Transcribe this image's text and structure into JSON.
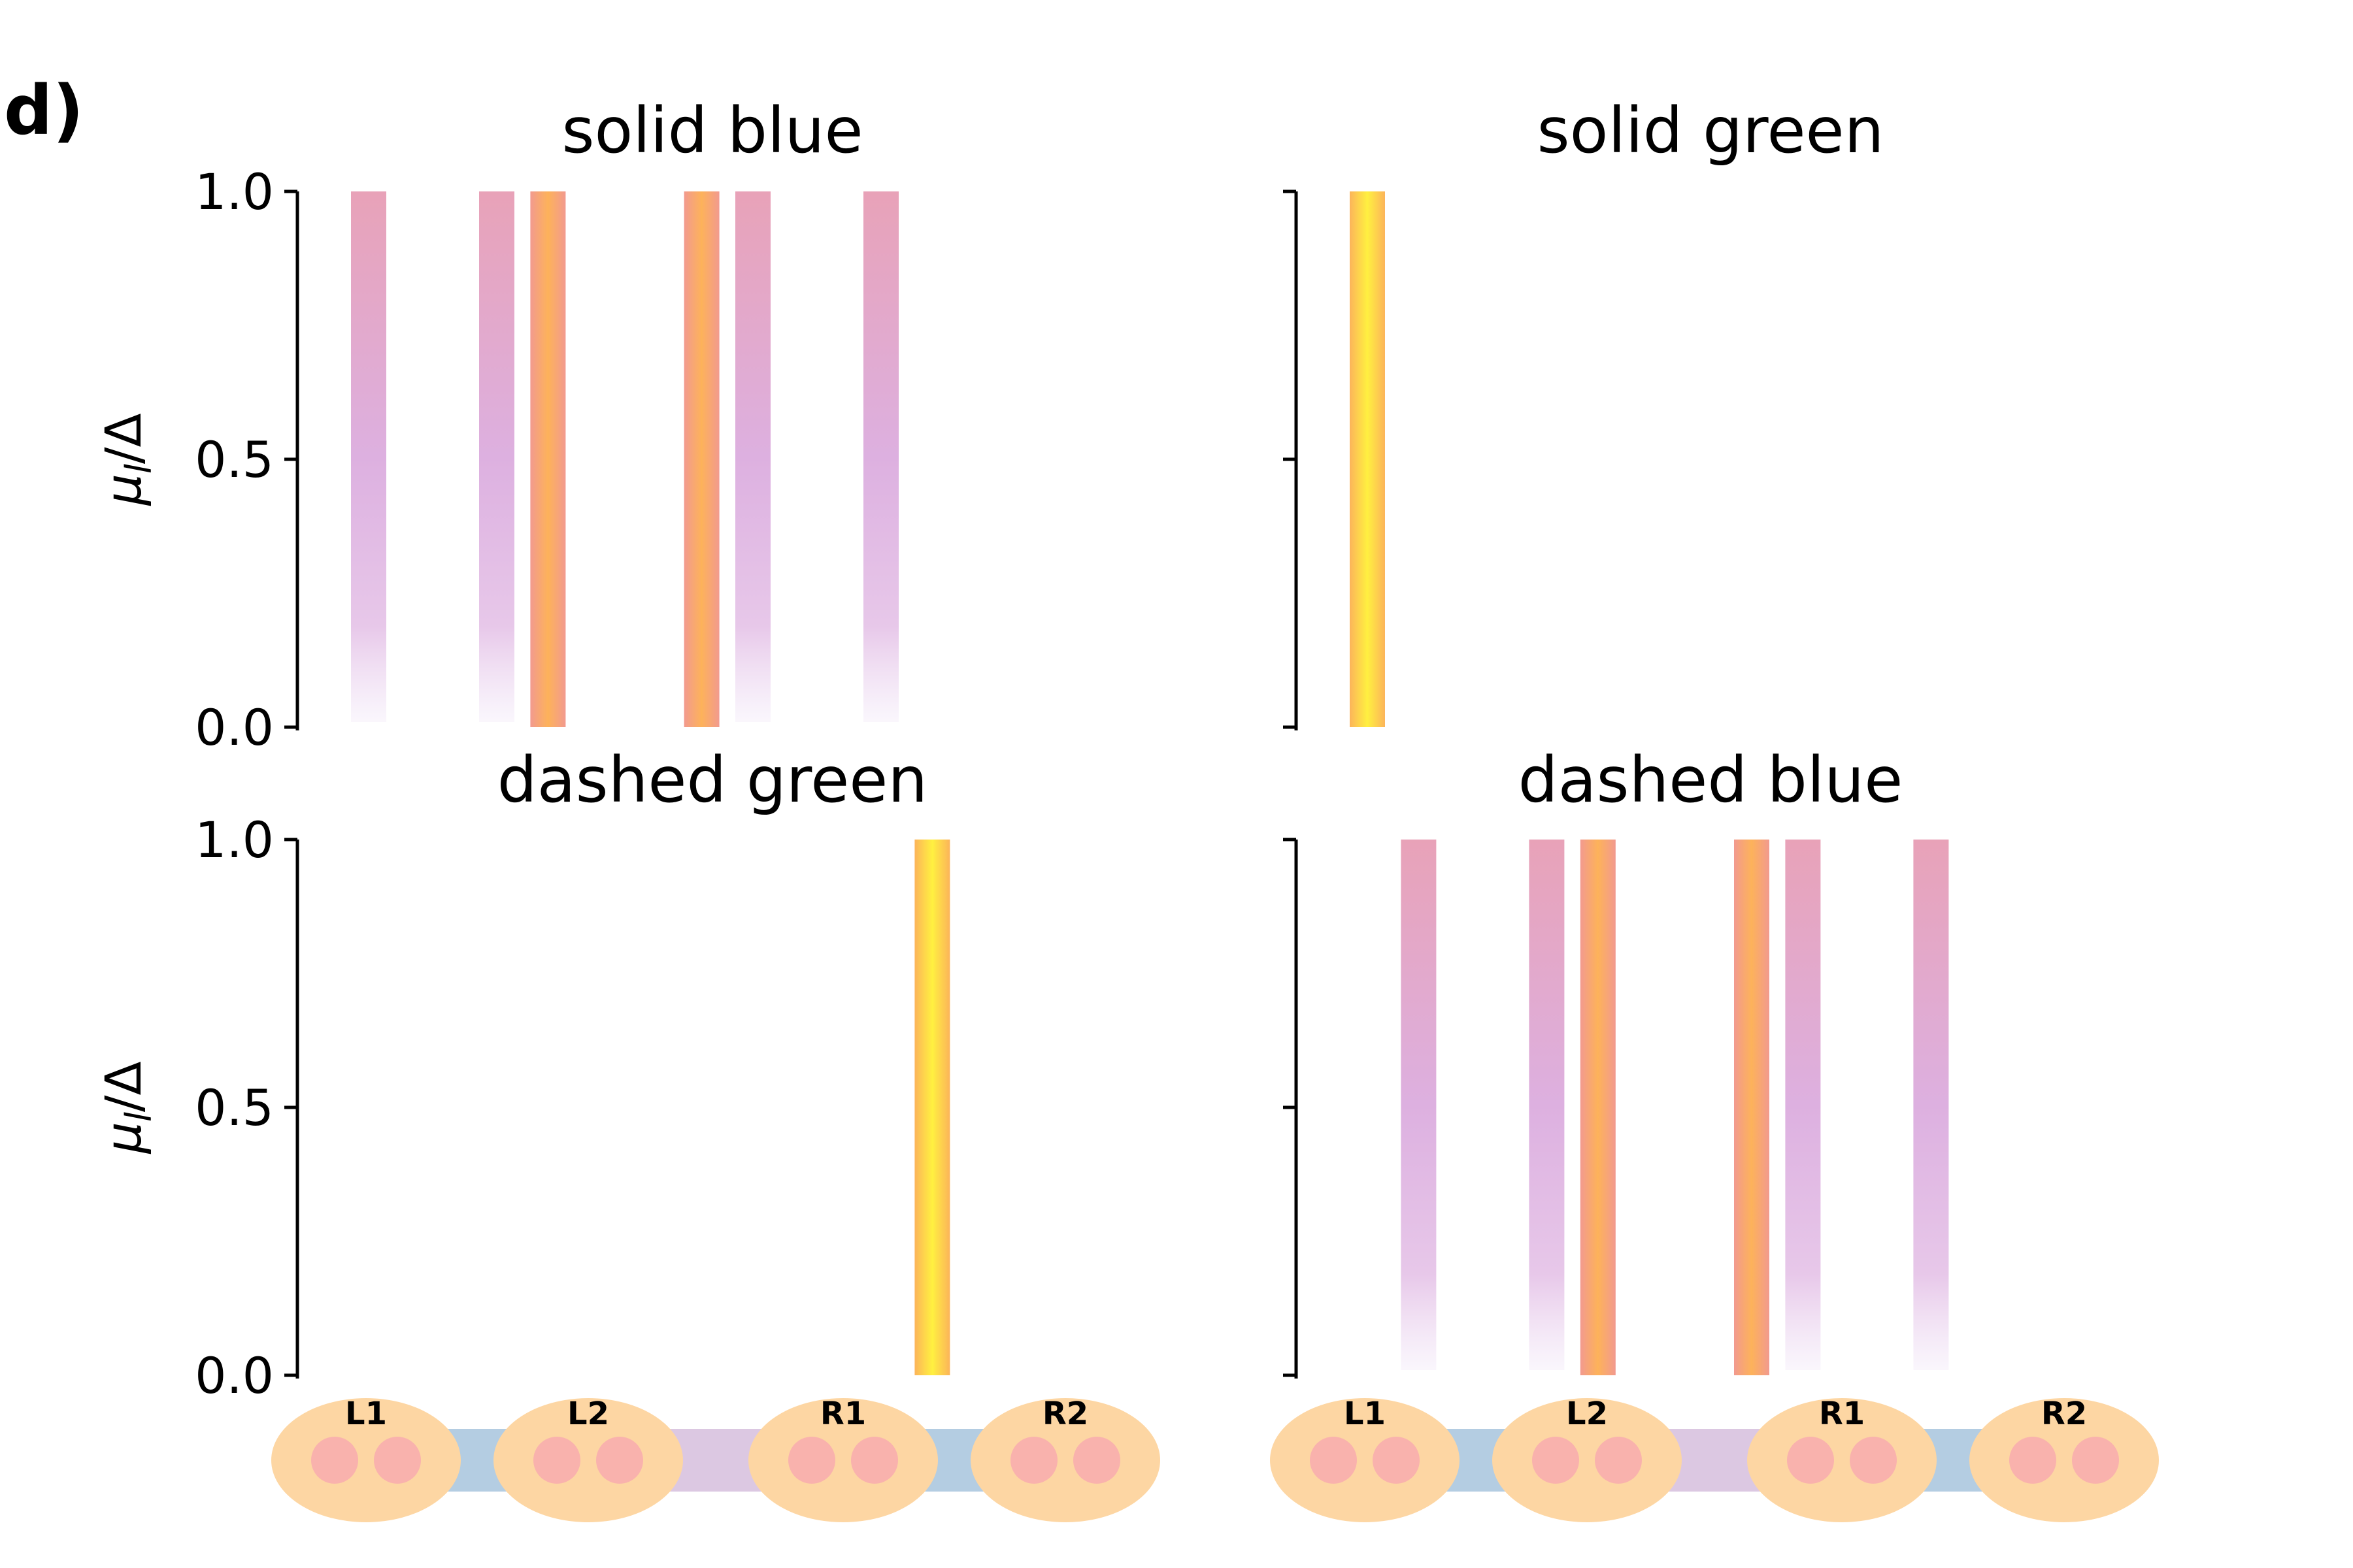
{
  "figure": {
    "panel_label": "d)"
  },
  "colors": {
    "purple_top": "#e8a2b8",
    "purple_mid": "#ddb0e0",
    "purple_bottom": "#f5eefa",
    "orange_edge": "#f29a8f",
    "orange_mid": "#fdb25a",
    "yellow_edge": "#fcb45a",
    "yellow_mid": "#fff040",
    "oval_fill": "#fdd6a3",
    "dot_fill": "#f9b2ad",
    "bond_blue": "#b4cde2",
    "bond_purple": "#dcc8e2"
  },
  "chart_data": [
    {
      "type": "bar",
      "title": "solid blue",
      "ylabel": "μ_l/Δ",
      "ylim": [
        0,
        1
      ],
      "yticks": [
        "0.0",
        "0.5",
        "1.0"
      ],
      "sites": [
        "L1",
        "L2",
        "R1",
        "R2"
      ],
      "bars": [
        {
          "x": 0.5,
          "value": 1.0,
          "style": "purple"
        },
        {
          "x": 2.5,
          "value": 1.0,
          "style": "purple"
        },
        {
          "x": 3.3,
          "value": 1.0,
          "style": "orange"
        },
        {
          "x": 5.7,
          "value": 1.0,
          "style": "orange"
        },
        {
          "x": 6.5,
          "value": 1.0,
          "style": "purple"
        },
        {
          "x": 8.5,
          "value": 1.0,
          "style": "purple"
        }
      ]
    },
    {
      "type": "bar",
      "title": "solid green",
      "ylabel": "",
      "ylim": [
        0,
        1
      ],
      "yticks": [
        "",
        "",
        ""
      ],
      "sites": [
        "L1",
        "L2",
        "R1",
        "R2"
      ],
      "bars": [
        {
          "x": 0.5,
          "value": 1.0,
          "style": "yellow"
        }
      ]
    },
    {
      "type": "bar",
      "title": "dashed green",
      "ylabel": "μ_l/Δ",
      "ylim": [
        0,
        1
      ],
      "yticks": [
        "0.0",
        "0.5",
        "1.0"
      ],
      "sites": [
        "L1",
        "L2",
        "R1",
        "R2"
      ],
      "bars": [
        {
          "x": 9.3,
          "value": 1.0,
          "style": "yellow"
        }
      ]
    },
    {
      "type": "bar",
      "title": "dashed blue",
      "ylabel": "",
      "ylim": [
        0,
        1
      ],
      "yticks": [
        "",
        "",
        ""
      ],
      "sites": [
        "L1",
        "L2",
        "R1",
        "R2"
      ],
      "bars": [
        {
          "x": 1.3,
          "value": 1.0,
          "style": "purple"
        },
        {
          "x": 3.3,
          "value": 1.0,
          "style": "purple"
        },
        {
          "x": 4.1,
          "value": 1.0,
          "style": "orange"
        },
        {
          "x": 6.5,
          "value": 1.0,
          "style": "orange"
        },
        {
          "x": 7.3,
          "value": 1.0,
          "style": "purple"
        },
        {
          "x": 9.3,
          "value": 1.0,
          "style": "purple"
        }
      ]
    }
  ]
}
